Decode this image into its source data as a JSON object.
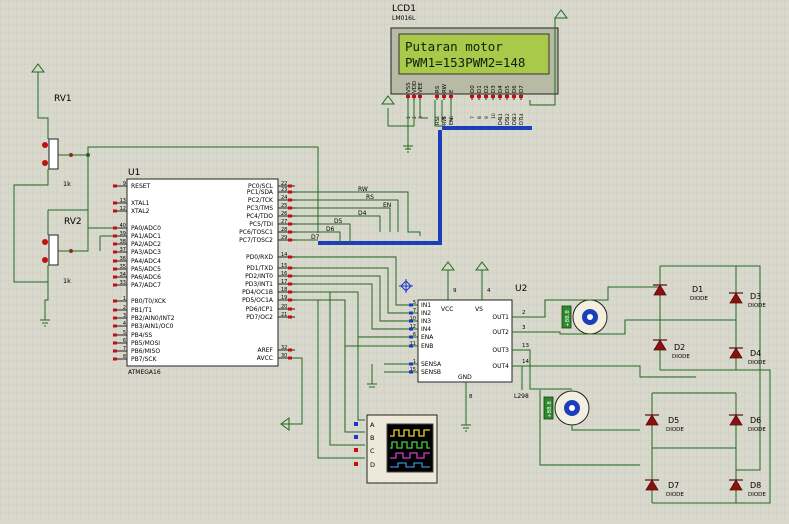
{
  "lcd": {
    "ref": "LCD1",
    "model": "LM016L",
    "line1": "Putaran motor",
    "line2": "PWM1=153PWM2=148",
    "pins": [
      "VSS",
      "VDD",
      "VEE",
      "RS",
      "RW",
      "E",
      "D0",
      "D1",
      "D2",
      "D3",
      "D4",
      "D5",
      "D6",
      "D7"
    ],
    "net_labels": [
      "RS",
      "RW",
      "EN",
      "D4",
      "D5",
      "D6",
      "D7"
    ]
  },
  "rv1": {
    "ref": "RV1",
    "value": "1k"
  },
  "rv2": {
    "ref": "RV2",
    "value": "1k"
  },
  "u1": {
    "ref": "U1",
    "part": "ATMEGA16",
    "left_pins": [
      {
        "num": "9",
        "name": "RESET"
      },
      {
        "num": "13",
        "name": "XTAL1"
      },
      {
        "num": "12",
        "name": "XTAL2"
      },
      {
        "num": "40",
        "name": "PA0/ADC0"
      },
      {
        "num": "39",
        "name": "PA1/ADC1"
      },
      {
        "num": "38",
        "name": "PA2/ADC2"
      },
      {
        "num": "37",
        "name": "PA3/ADC3"
      },
      {
        "num": "36",
        "name": "PA4/ADC4"
      },
      {
        "num": "35",
        "name": "PA5/ADC5"
      },
      {
        "num": "34",
        "name": "PA6/ADC6"
      },
      {
        "num": "33",
        "name": "PA7/ADC7"
      },
      {
        "num": "1",
        "name": "PB0/T0/XCK"
      },
      {
        "num": "2",
        "name": "PB1/T1"
      },
      {
        "num": "3",
        "name": "PB2/AIN0/INT2"
      },
      {
        "num": "4",
        "name": "PB3/AIN1/OC0"
      },
      {
        "num": "5",
        "name": "PB4/SS"
      },
      {
        "num": "6",
        "name": "PB5/MOSI"
      },
      {
        "num": "7",
        "name": "PB6/MISO"
      },
      {
        "num": "8",
        "name": "PB7/SCK"
      }
    ],
    "right_pins": [
      {
        "num": "22",
        "name": "PC0/SCL"
      },
      {
        "num": "23",
        "name": "PC1/SDA"
      },
      {
        "num": "24",
        "name": "PC2/TCK"
      },
      {
        "num": "25",
        "name": "PC3/TMS"
      },
      {
        "num": "26",
        "name": "PC4/TDO"
      },
      {
        "num": "27",
        "name": "PC5/TDI"
      },
      {
        "num": "28",
        "name": "PC6/TOSC1"
      },
      {
        "num": "29",
        "name": "PC7/TOSC2"
      },
      {
        "num": "14",
        "name": "PD0/RXD"
      },
      {
        "num": "15",
        "name": "PD1/TXD"
      },
      {
        "num": "16",
        "name": "PD2/INT0"
      },
      {
        "num": "17",
        "name": "PD3/INT1"
      },
      {
        "num": "18",
        "name": "PD4/OC1B"
      },
      {
        "num": "19",
        "name": "PD5/OC1A"
      },
      {
        "num": "20",
        "name": "PD6/ICP1"
      },
      {
        "num": "21",
        "name": "PD7/OC2"
      },
      {
        "num": "32",
        "name": "AREF"
      },
      {
        "num": "30",
        "name": "AVCC"
      }
    ],
    "net_labels": [
      "RW",
      "RS",
      "EN",
      "D4",
      "D5",
      "D6",
      "D7"
    ]
  },
  "u2": {
    "ref": "U2",
    "part": "L298",
    "top_pins": [
      {
        "num": "9",
        "name": "VCC"
      },
      {
        "num": "4",
        "name": "VS"
      }
    ],
    "left_pins": [
      {
        "num": "5",
        "name": "IN1"
      },
      {
        "num": "7",
        "name": "IN2"
      },
      {
        "num": "10",
        "name": "IN3"
      },
      {
        "num": "12",
        "name": "IN4"
      },
      {
        "num": "6",
        "name": "ENA"
      },
      {
        "num": "11",
        "name": "ENB"
      },
      {
        "num": "1",
        "name": "SENSA"
      },
      {
        "num": "15",
        "name": "SENSB"
      }
    ],
    "right_pins": [
      {
        "num": "2",
        "name": "OUT1"
      },
      {
        "num": "3",
        "name": "OUT2"
      },
      {
        "num": "13",
        "name": "OUT3"
      },
      {
        "num": "14",
        "name": "OUT4"
      }
    ],
    "gnd_pin": {
      "num": "8",
      "name": "GND"
    }
  },
  "diodes": [
    {
      "ref": "D1",
      "type": "DIODE"
    },
    {
      "ref": "D2",
      "type": "DIODE"
    },
    {
      "ref": "D3",
      "type": "DIODE"
    },
    {
      "ref": "D4",
      "type": "DIODE"
    },
    {
      "ref": "D5",
      "type": "DIODE"
    },
    {
      "ref": "D6",
      "type": "DIODE"
    },
    {
      "ref": "D7",
      "type": "DIODE"
    },
    {
      "ref": "D8",
      "type": "DIODE"
    }
  ],
  "scope": {
    "channels": [
      "A",
      "B",
      "C",
      "D"
    ]
  },
  "motors": [
    {
      "speed_label": "+88.8"
    },
    {
      "speed_label": "+88.8"
    }
  ],
  "colors": {
    "background": "#d9d8cc",
    "grid": "#c9c8bb",
    "wire": "#1f6a1f",
    "bus": "#1b3fb8",
    "body": "#ffffff",
    "lcd_screen": "#a9c94a",
    "pin_red": "#c21010",
    "pin_blue": "#1c38c8",
    "part_red": "#8b1010",
    "scope_bg": "#000000",
    "scope_green": "#3cd24b",
    "scope_yellow": "#e8d230"
  }
}
